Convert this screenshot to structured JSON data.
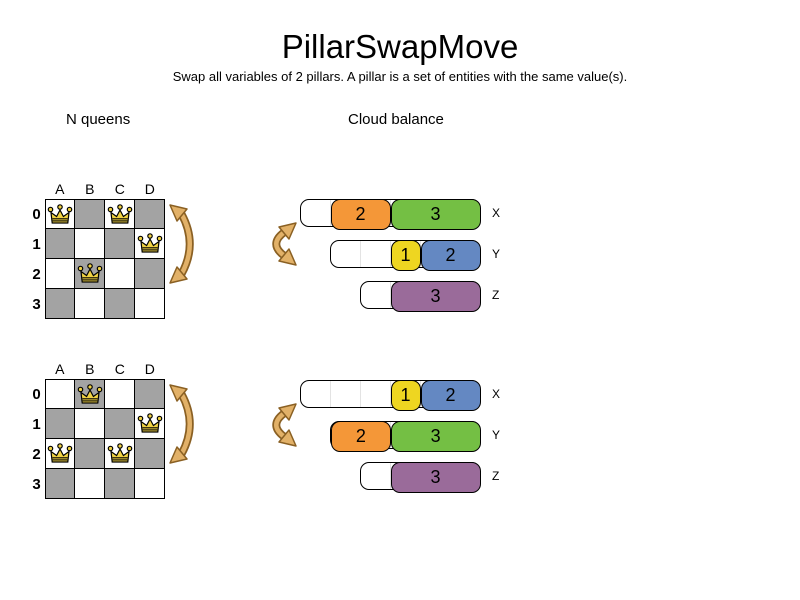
{
  "title": "PillarSwapMove",
  "subtitle": "Swap all variables of 2 pillars. A pillar is a set of entities with the same value(s).",
  "sections": {
    "nqueens": "N queens",
    "cloud": "Cloud balance"
  },
  "board": {
    "col_labels": [
      "A",
      "B",
      "C",
      "D"
    ],
    "row_labels": [
      "0",
      "1",
      "2",
      "3"
    ]
  },
  "states": [
    {
      "queens": [
        {
          "col": 0,
          "row": 0
        },
        {
          "col": 2,
          "row": 0
        },
        {
          "col": 3,
          "row": 1
        },
        {
          "col": 1,
          "row": 2
        }
      ],
      "computers": [
        {
          "label": "X",
          "capacity": 6,
          "processes": [
            {
              "value": 2,
              "color": "orange"
            },
            {
              "value": 3,
              "color": "green"
            }
          ]
        },
        {
          "label": "Y",
          "capacity": 5,
          "processes": [
            {
              "value": 1,
              "color": "yellow"
            },
            {
              "value": 2,
              "color": "blue"
            }
          ]
        },
        {
          "label": "Z",
          "capacity": 4,
          "processes": [
            {
              "value": 3,
              "color": "purple"
            }
          ]
        }
      ]
    },
    {
      "queens": [
        {
          "col": 1,
          "row": 0
        },
        {
          "col": 3,
          "row": 1
        },
        {
          "col": 0,
          "row": 2
        },
        {
          "col": 2,
          "row": 2
        }
      ],
      "computers": [
        {
          "label": "X",
          "capacity": 6,
          "processes": [
            {
              "value": 1,
              "color": "yellow"
            },
            {
              "value": 2,
              "color": "blue"
            }
          ]
        },
        {
          "label": "Y",
          "capacity": 5,
          "processes": [
            {
              "value": 2,
              "color": "orange"
            },
            {
              "value": 3,
              "color": "green"
            }
          ]
        },
        {
          "label": "Z",
          "capacity": 4,
          "processes": [
            {
              "value": 3,
              "color": "purple"
            }
          ]
        }
      ]
    }
  ],
  "colors": {
    "orange": "#f49738",
    "green": "#74bf44",
    "yellow": "#eed621",
    "blue": "#6488c2",
    "purple": "#9a6b9a",
    "board_dark": "#a3a3a3",
    "queen": "#f0d243",
    "arrow_fill": "#e2b168",
    "arrow_outline": "#8a6023"
  }
}
